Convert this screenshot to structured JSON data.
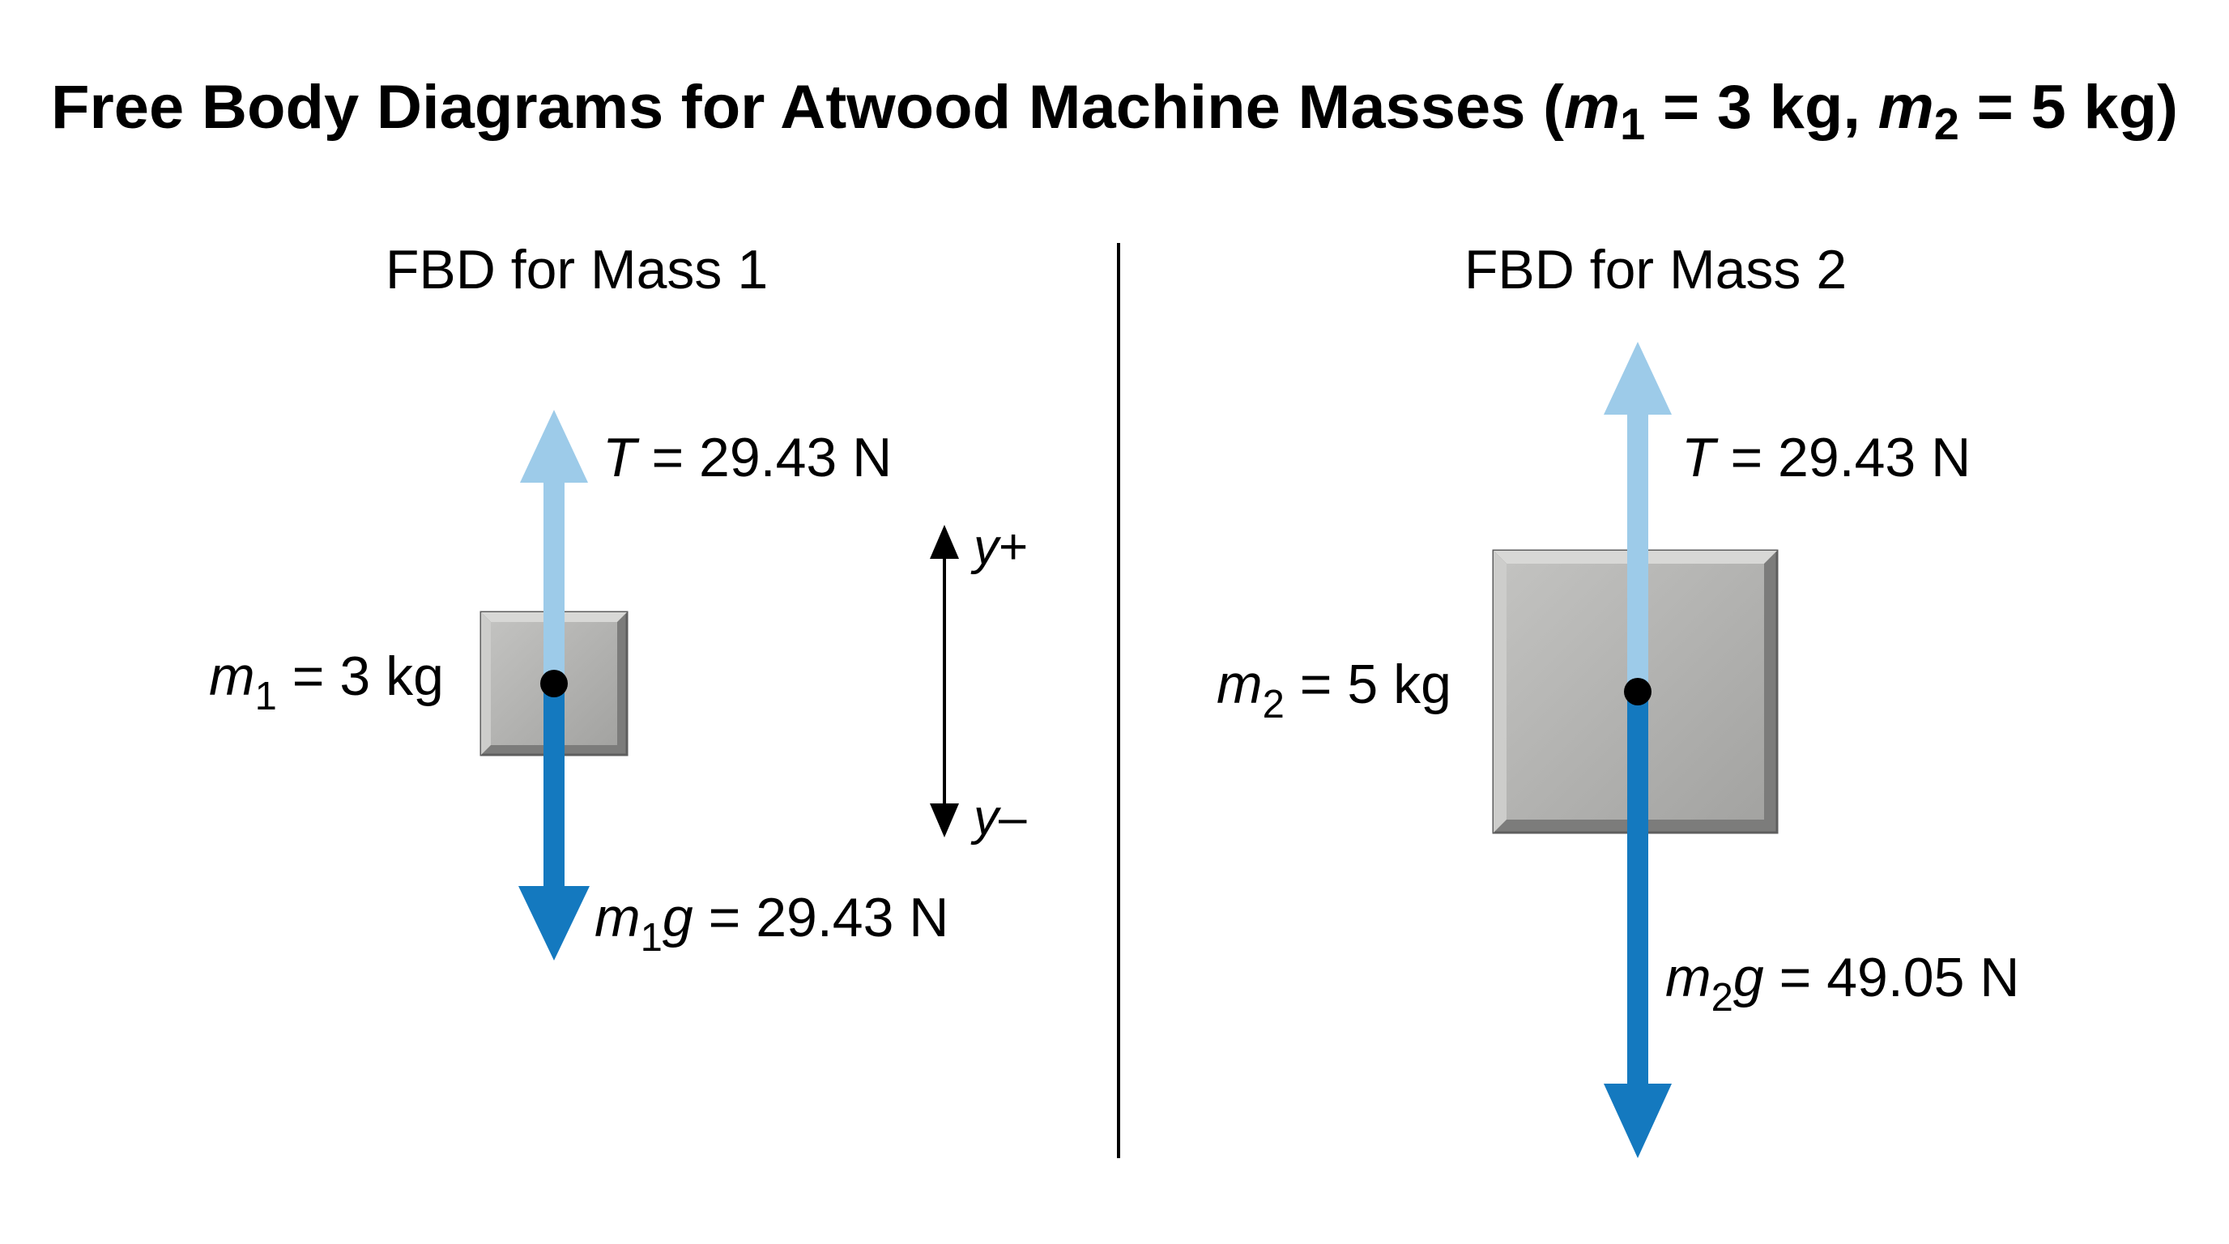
{
  "title": {
    "prefix": "Free Body Diagrams for Atwood Machine Masses (",
    "m1_symbol": "m",
    "m1_sub": "1",
    "m1_value": " = 3 kg, ",
    "m2_symbol": "m",
    "m2_sub": "2",
    "m2_value": " = 5 kg)"
  },
  "colors": {
    "tension_arrow": "#9dcbe9",
    "weight_arrow": "#1479bf",
    "block_fill": "#b0b0ae",
    "block_edge": "#6e6e6e",
    "divider": "#000000"
  },
  "panels": [
    {
      "heading": "FBD for Mass 1",
      "mass": {
        "symbol": "m",
        "sub": "1",
        "value": " = 3 kg"
      },
      "tension": {
        "symbol": "T",
        "value": " = 29.43 N"
      },
      "weight": {
        "symbol": "m",
        "sub": "1",
        "g": "g",
        "value": " = 29.43 N"
      }
    },
    {
      "heading": "FBD for Mass 2",
      "mass": {
        "symbol": "m",
        "sub": "2",
        "value": " = 5 kg"
      },
      "tension": {
        "symbol": "T",
        "value": " = 29.43 N"
      },
      "weight": {
        "symbol": "m",
        "sub": "2",
        "g": "g",
        "value": " = 49.05 N"
      }
    }
  ],
  "axis": {
    "up_symbol": "y",
    "up_sign": "+",
    "down_symbol": "y",
    "down_sign": "–"
  }
}
